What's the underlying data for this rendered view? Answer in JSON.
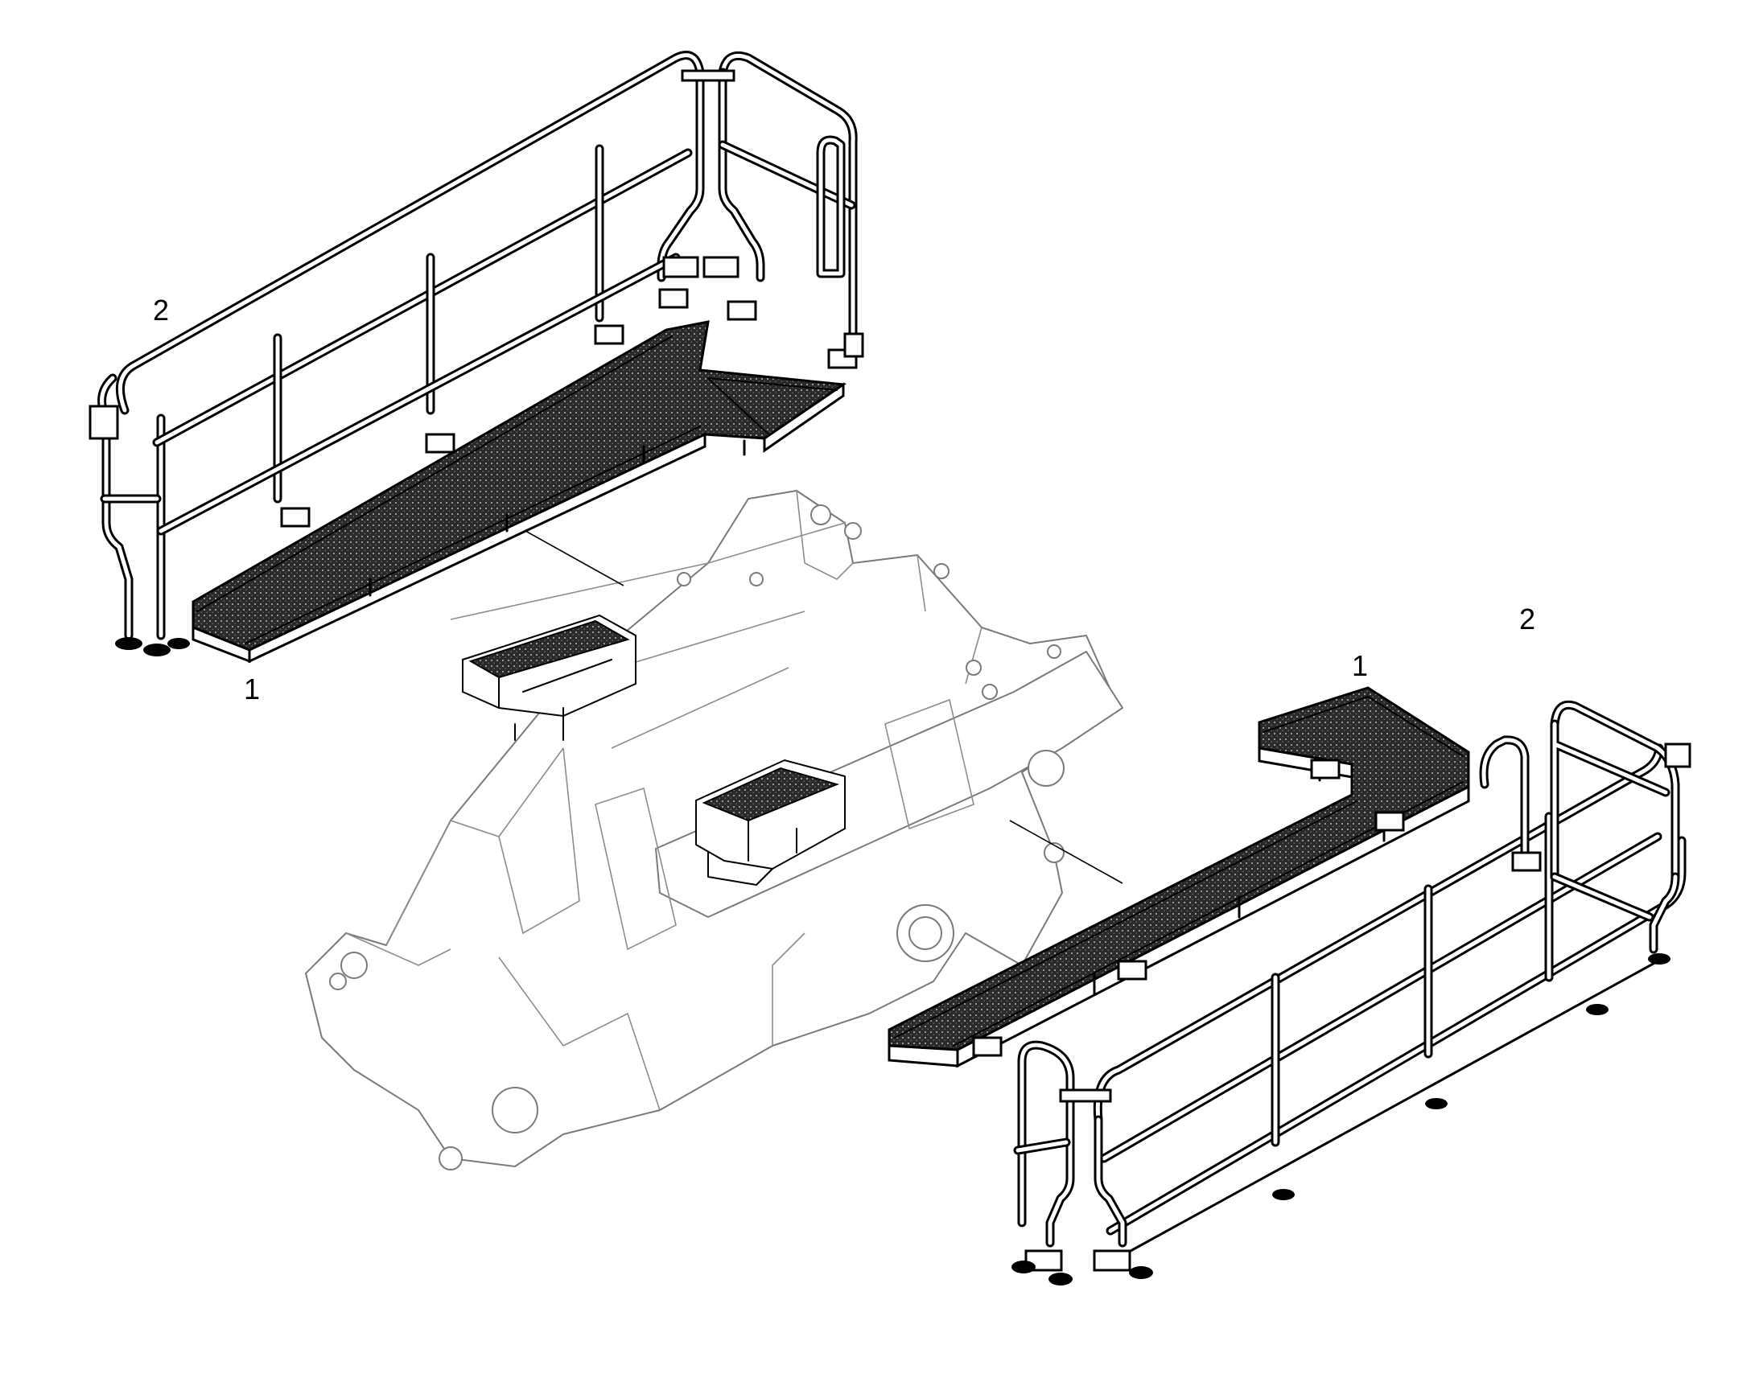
{
  "callouts": [
    {
      "id": "upper-left-railing",
      "label": "2"
    },
    {
      "id": "upper-left-walkway",
      "label": "1"
    },
    {
      "id": "lower-right-railing",
      "label": "2"
    },
    {
      "id": "lower-right-walkway",
      "label": "1"
    }
  ],
  "colors": {
    "line": "#000000",
    "frame": "#7a7a7a",
    "background": "#ffffff"
  }
}
